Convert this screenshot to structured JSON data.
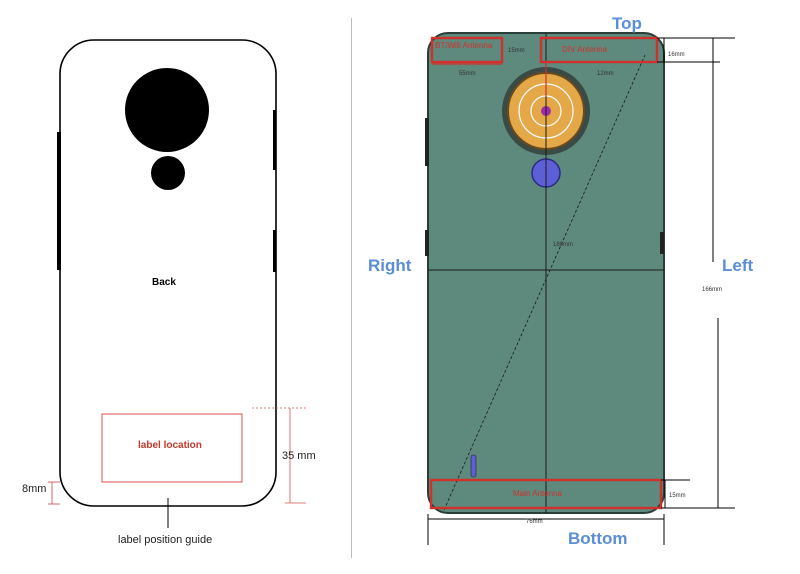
{
  "left_diagram": {
    "back_label": "Back",
    "label_location": "label location",
    "dim_35": "35 mm",
    "dim_8": "8mm",
    "guide": "label position guide"
  },
  "right_diagram": {
    "top": "Top",
    "bottom": "Bottom",
    "right": "Right",
    "left": "Left",
    "bt_antenna": "BT/Wifi Antenna",
    "div_antenna": "DIV Antenna",
    "main_antenna": "Main Antenna",
    "dim_15_top": "15mm",
    "dim_16": "16mm",
    "dim_55": "55mm",
    "dim_12": "12mm",
    "dim_180": "180mm",
    "dim_166": "166mm",
    "dim_15_bottom": "15mm",
    "dim_76": "76mm"
  },
  "colors": {
    "phone_body": "#5d8a7c",
    "antenna_red": "#d0312d",
    "side_label_blue": "#5b8ed3",
    "camera_gold": "#e4a848",
    "flash_blue": "#5c5fd6"
  }
}
